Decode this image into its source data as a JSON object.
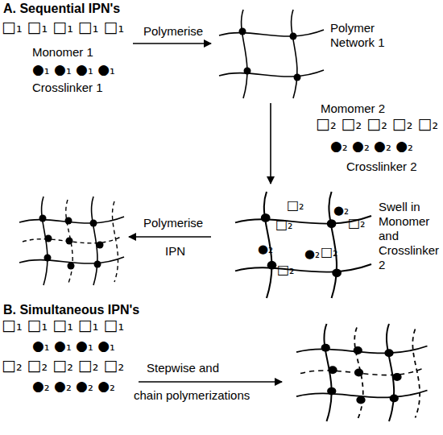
{
  "diagram": {
    "labels": [
      "A. Sequential IPN's",
      "□₁ □₁ □₁ □₁ □₁",
      "Monomer 1",
      "●₁ ●₁ ●₁ ●₁",
      "Crosslinker 1",
      "Polymerise",
      "Polymer Network 1",
      "Momomer 2",
      "□₂ □₂ □₂ □₂ □₂",
      "●₂ ●₂ ●₂ ●₂",
      "Crosslinker 2",
      "□₂",
      "□₂",
      "●₂",
      "□₂",
      "●₂",
      "●₂",
      "□₂",
      "□₂",
      "Swell in Monomer and Crosslinker 2",
      "Polymerise",
      "IPN",
      "B. Simultaneous IPN's",
      "□₁ □₁ □₁ □₁ □₁",
      "●₁ ●₁ ●₁ ●₁",
      "□₂ □₂ □₂ □₂ □₂",
      "●₂ ●₂ ●₂ ●₂",
      "Stepwise and",
      "chain polymerizations"
    ]
  }
}
